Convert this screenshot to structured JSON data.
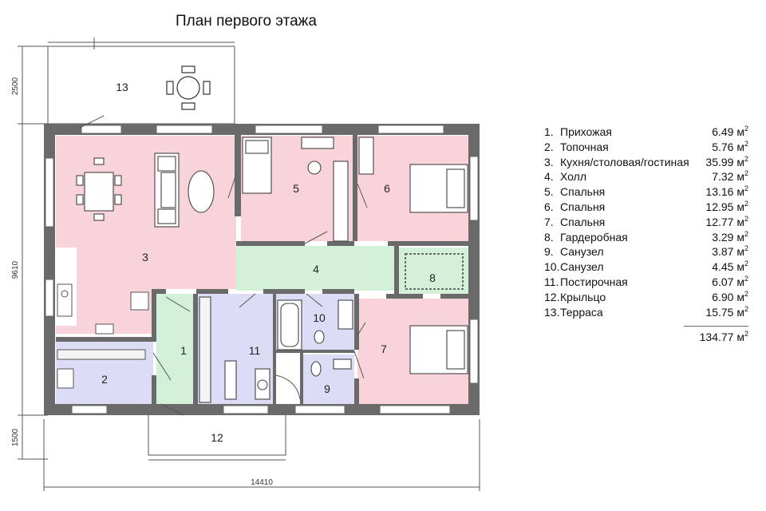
{
  "title": "План первого этажа",
  "rooms": [
    {
      "num": "1.",
      "name": "Прихожая",
      "area": "6.49 м",
      "label": "1"
    },
    {
      "num": "2.",
      "name": "Топочная",
      "area": "5.76 м",
      "label": "2"
    },
    {
      "num": "3.",
      "name": "Кухня/столовая/гостиная",
      "area": "35.99 м",
      "label": "3"
    },
    {
      "num": "4.",
      "name": "Холл",
      "area": "7.32 м",
      "label": "4"
    },
    {
      "num": "5.",
      "name": "Спальня",
      "area": "13.16 м",
      "label": "5"
    },
    {
      "num": "6.",
      "name": "Спальня",
      "area": "12.95 м",
      "label": "6"
    },
    {
      "num": "7.",
      "name": "Спальня",
      "area": "12.77 м",
      "label": "7"
    },
    {
      "num": "8.",
      "name": "Гардеробная",
      "area": "3.29 м",
      "label": "8"
    },
    {
      "num": "9.",
      "name": "Санузел",
      "area": "3.87 м",
      "label": "9"
    },
    {
      "num": "10.",
      "name": "Санузел",
      "area": "4.45 м",
      "label": "10"
    },
    {
      "num": "11.",
      "name": "Постирочная",
      "area": "6.07 м",
      "label": "11"
    },
    {
      "num": "12.",
      "name": "Крыльцо",
      "area": "6.90 м",
      "label": "12"
    },
    {
      "num": "13.",
      "name": "Терраса",
      "area": "15.75 м",
      "label": "13"
    }
  ],
  "area_superscript": "2",
  "total": "134.77 м",
  "dimensions": {
    "terrace_depth": "2500",
    "house_depth": "9610",
    "porch_depth": "1500",
    "house_width": "14410"
  },
  "colors": {
    "living": "#f8d3da",
    "hall": "#d3f0d8",
    "service": "#dcdcf6",
    "wall": "#666666"
  }
}
